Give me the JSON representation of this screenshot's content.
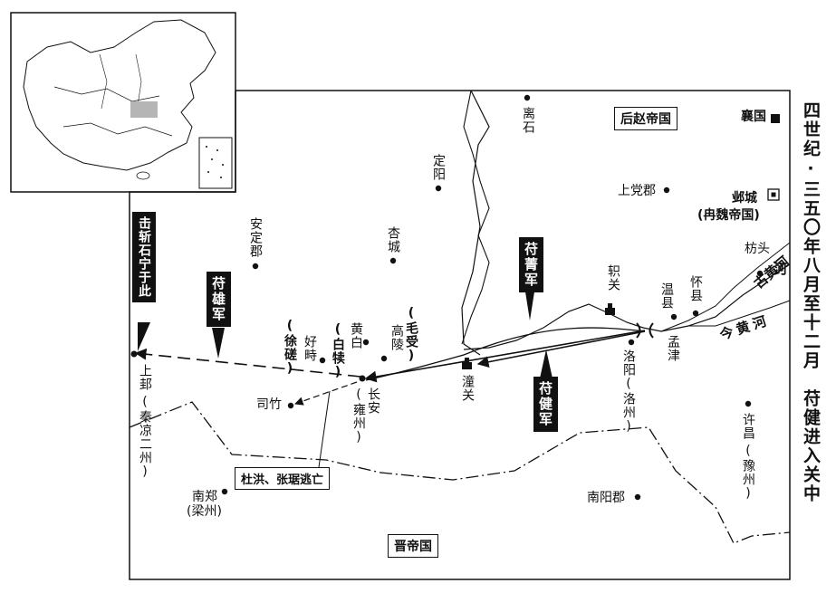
{
  "title": "四世纪·三五〇年八月至十二月　苻健进入关中",
  "regions": {
    "later_zhao": "后赵帝国",
    "jin": "晋帝国",
    "ran_wei": "(冉魏帝国)"
  },
  "places": {
    "lishi": "离石",
    "dingyang": "定阳",
    "xingcheng": "杏城",
    "anding": "安定郡",
    "shangdang": "上党郡",
    "yecheng": "邺城",
    "xiangguo": "襄国",
    "fangtou": "枋头",
    "zhiguan": "轵关",
    "wenxian": "温县",
    "huaixian": "怀县",
    "mengjin": "孟津",
    "luoyang": "洛阳(洛州)",
    "tongguan": "潼关",
    "changan": "长安",
    "yongzhou": "(雍州)",
    "gaoling": "高陵",
    "huangbai": "黄白",
    "haozhi": "好畤",
    "sizhu": "司竹",
    "shanggui": "上邽",
    "qinliang": "(秦凉二州)",
    "xuchang": "许昌",
    "yuzhou": "(豫州)",
    "nanzheng": "南郑",
    "liangzhou": "(梁州)",
    "nanyang": "南阳郡",
    "old_river": "古黄河",
    "river_glyph": "河",
    "new_river": "今黄河"
  },
  "commanders": {
    "mao_shou": "(毛受)",
    "bai_du": "(白犊)",
    "xu_cuo": "(徐磋)"
  },
  "armies": {
    "fu_jing": "苻菁军",
    "fu_jian": "苻健军",
    "fu_xiong": "苻雄军",
    "shi_ning": "击斩石宁于此"
  },
  "callout": "杜洪、张琚逃亡",
  "icons": [
    "city-dot-icon",
    "pass-icon",
    "capital-square-icon",
    "arrow-icon",
    "china-inset-map"
  ],
  "colors": {
    "ink": "#111111",
    "paper": "#ffffff",
    "highlight": "#b5b5b5"
  }
}
